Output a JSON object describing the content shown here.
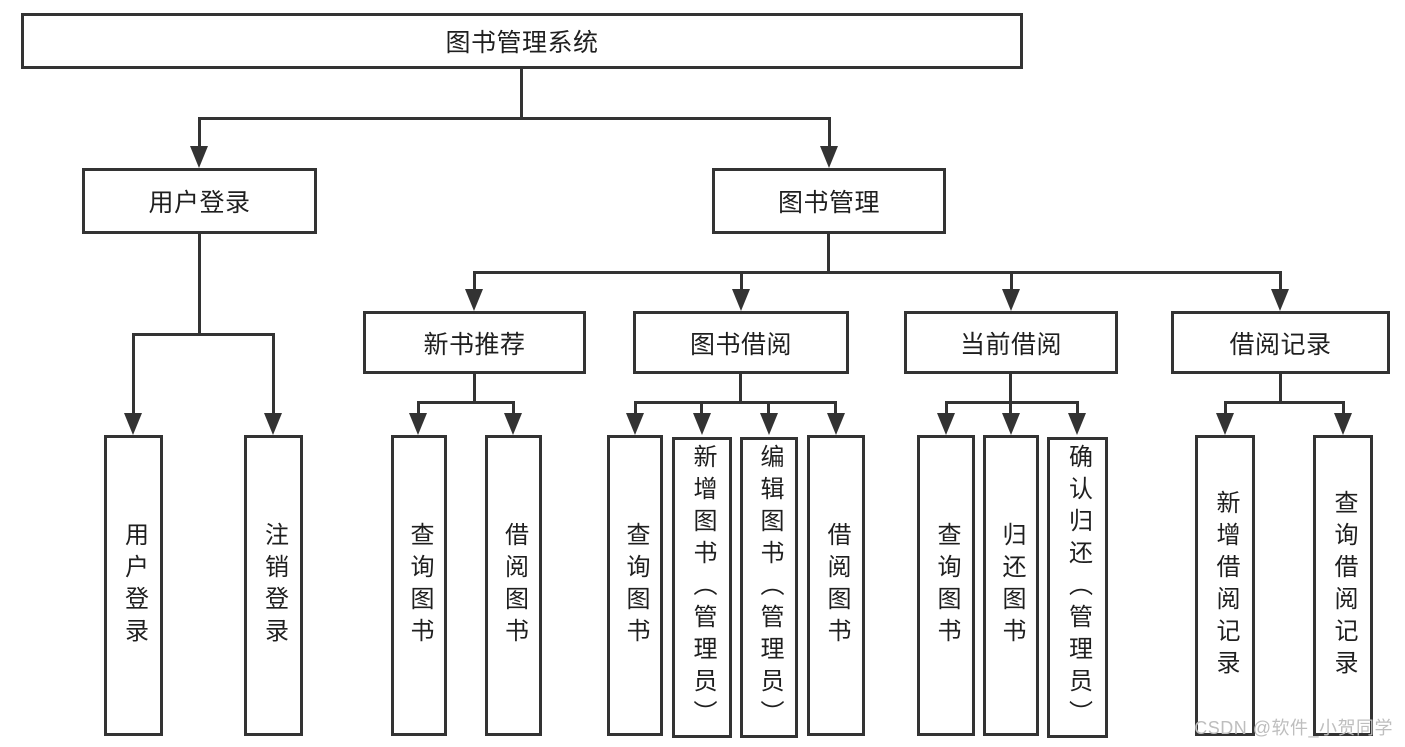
{
  "diagram": {
    "title": "图书管理系统",
    "branches": [
      {
        "label": "用户登录",
        "children": [
          "用户登录",
          "注销登录"
        ]
      },
      {
        "label": "图书管理",
        "children": [
          {
            "label": "新书推荐",
            "children": [
              "查询图书",
              "借阅图书"
            ]
          },
          {
            "label": "图书借阅",
            "children": [
              "查询图书",
              "新增图书（管理员）",
              "编辑图书（管理员）",
              "借阅图书"
            ]
          },
          {
            "label": "当前借阅",
            "children": [
              "查询图书",
              "归还图书",
              "确认归还（管理员）"
            ]
          },
          {
            "label": "借阅记录",
            "children": [
              "新增借阅记录",
              "查询借阅记录"
            ]
          }
        ]
      }
    ]
  },
  "watermark": {
    "text": "CSDN @软件_小贺同学"
  },
  "colors": {
    "line": "#333333",
    "text": "#1f1f1f",
    "background": "#ffffff",
    "watermark": "#bebebe"
  }
}
